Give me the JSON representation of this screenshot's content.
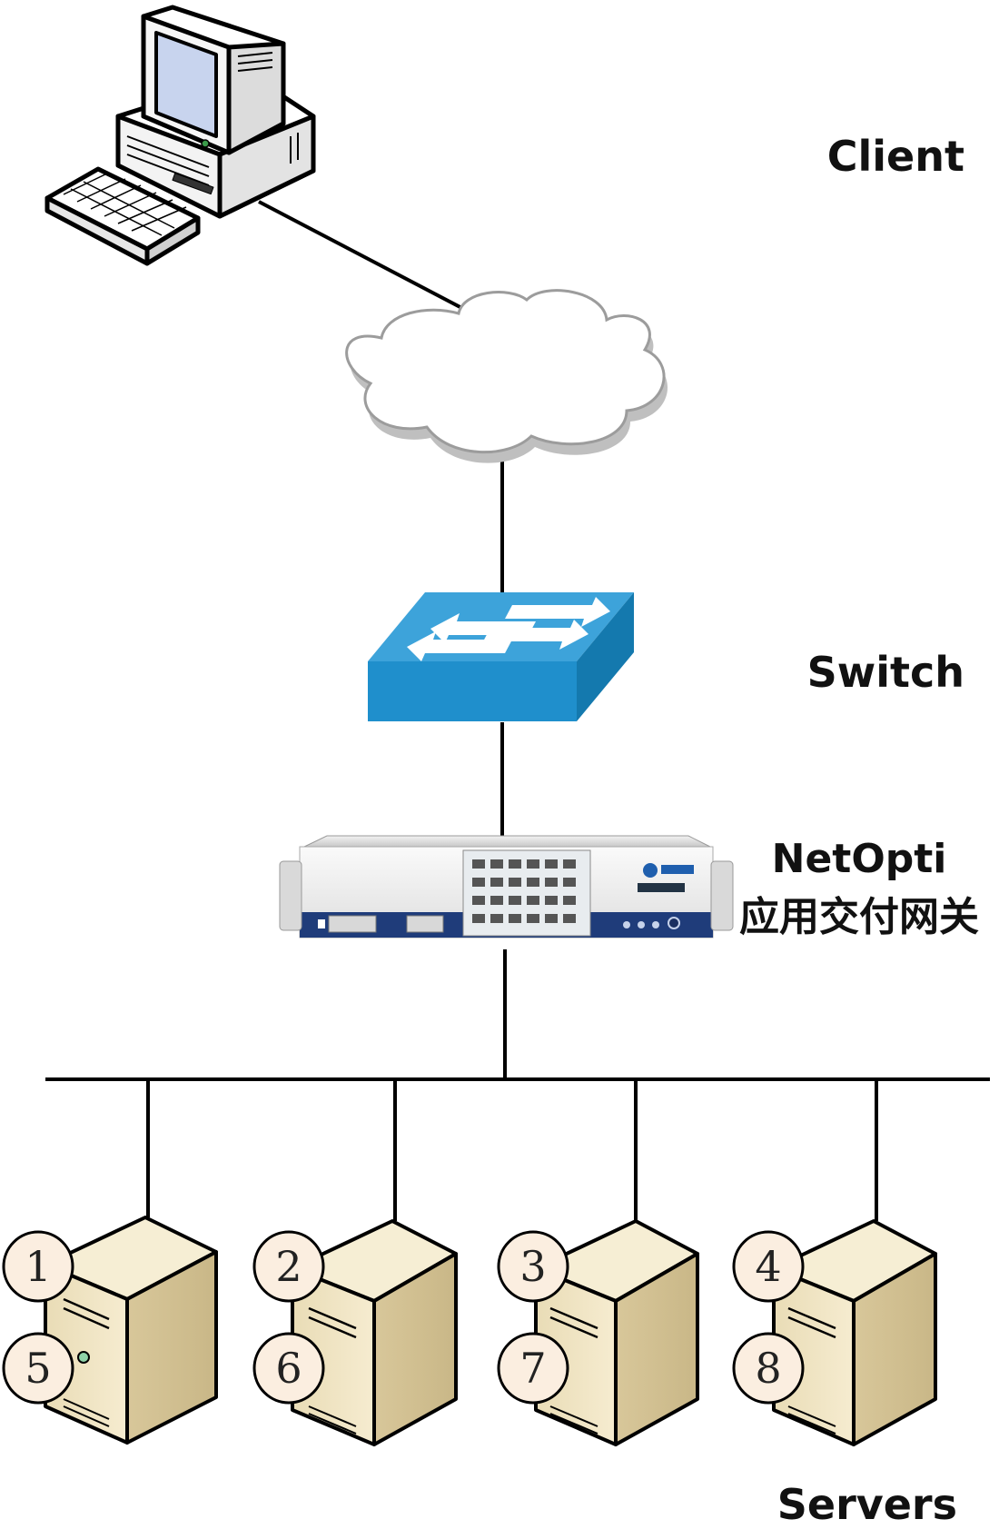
{
  "labels": {
    "client": "Client",
    "switch": "Switch",
    "gateway_line1": "NetOpti",
    "gateway_line2": "应用交付网关",
    "servers": "Servers"
  },
  "servers": [
    {
      "top_badge": "1",
      "bottom_badge": "5"
    },
    {
      "top_badge": "2",
      "bottom_badge": "6"
    },
    {
      "top_badge": "3",
      "bottom_badge": "7"
    },
    {
      "top_badge": "4",
      "bottom_badge": "8"
    }
  ],
  "colors": {
    "switch_top": "#3aa0d8",
    "switch_front": "#1c8fcc",
    "cloud_fill": "#ffffff",
    "cloud_shadow": "#bdbdbd",
    "gateway_blue": "#1f3c7a",
    "server_body": "#efe3c2",
    "badge_fill": "#fbeee0"
  }
}
